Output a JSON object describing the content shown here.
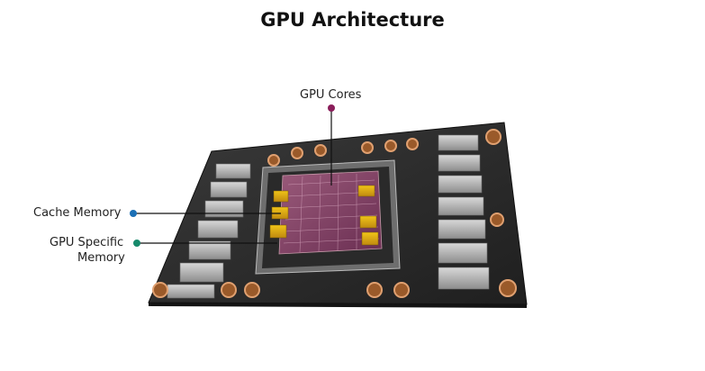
{
  "title": "GPU Architecture",
  "labels": {
    "gpu_cores": "GPU Cores",
    "cache_memory": "Cache Memory",
    "gpu_specific_memory_line1": "GPU Specific",
    "gpu_specific_memory_line2": "Memory"
  },
  "colors": {
    "gpu_cores_dot": "#8a1d5a",
    "cache_memory_dot": "#1b6fb5",
    "gpu_specific_memory_dot": "#178a6b"
  }
}
